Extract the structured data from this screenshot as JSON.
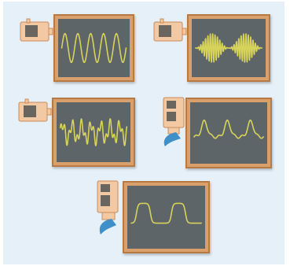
{
  "colors": {
    "background": "#e6f0f8",
    "frame": "#d9a06b",
    "frame_border": "#b87a45",
    "screen": "#5d6569",
    "trace": "#d7d35a",
    "device_body": "#f2c9a3",
    "device_edge": "#c98a5a",
    "device_window": "#6b6560",
    "device_accent": "#3f8fc8"
  },
  "panels": [
    {
      "id": "pure-tone",
      "icon": "speaker-device-icon",
      "waveform": {
        "kind": "sine",
        "cycles": 5,
        "amplitude": 0.55
      }
    },
    {
      "id": "noise-burst",
      "icon": "speaker-device-icon",
      "waveform": {
        "kind": "burst",
        "cycles": 28,
        "amplitude": 0.55
      }
    },
    {
      "id": "complex-tone",
      "icon": "speaker-device-icon",
      "waveform": {
        "kind": "complex",
        "cycles": 7,
        "amplitude": 0.5
      }
    },
    {
      "id": "vowel-tone",
      "icon": "horn-device-icon",
      "waveform": {
        "kind": "hump",
        "cycles": 3,
        "amplitude": 0.35
      }
    },
    {
      "id": "smooth-tone",
      "icon": "horn-device-icon",
      "waveform": {
        "kind": "plateau",
        "cycles": 2,
        "amplitude": 0.35
      }
    }
  ]
}
